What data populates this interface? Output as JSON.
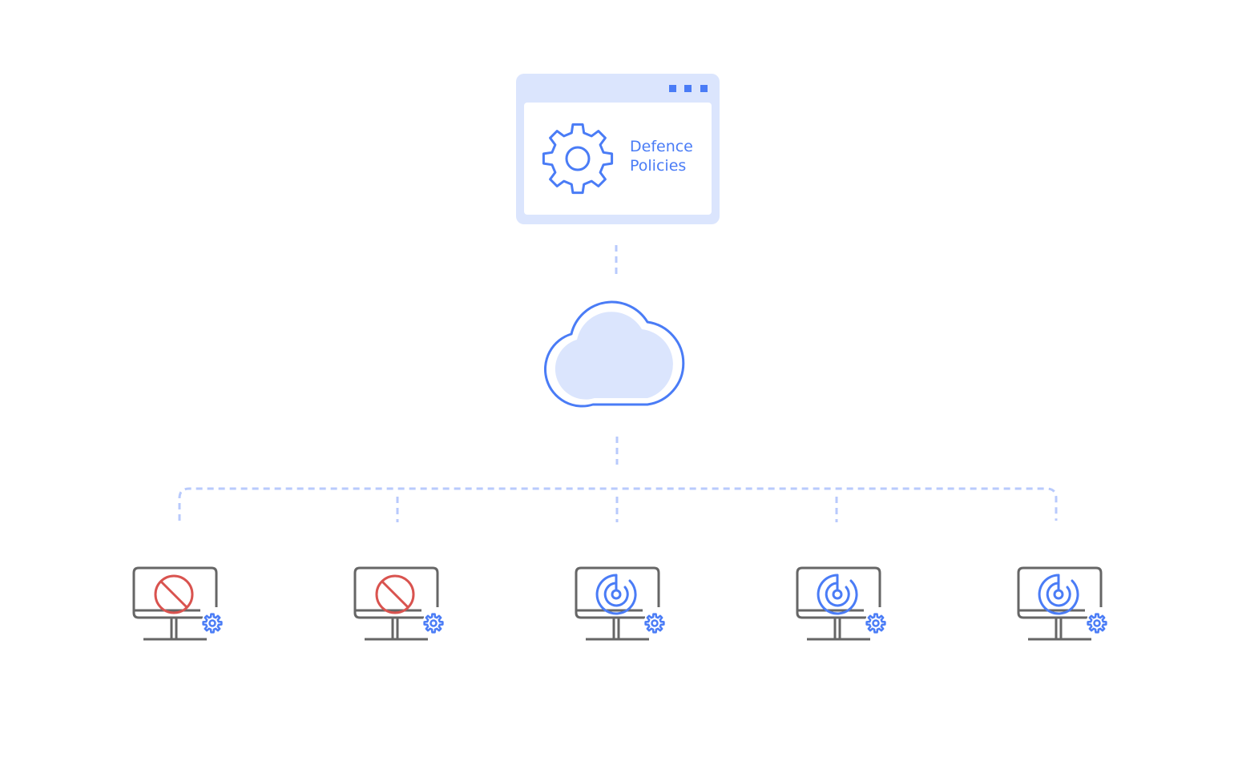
{
  "policy_panel": {
    "title_line1": "Defence",
    "title_line2": "Policies",
    "icon": "gear-icon"
  },
  "cloud": {
    "icon": "cloud-icon"
  },
  "endpoints": [
    {
      "status": "blocked",
      "icon": "prohibited-icon"
    },
    {
      "status": "blocked",
      "icon": "prohibited-icon"
    },
    {
      "status": "protected",
      "icon": "radar-icon"
    },
    {
      "status": "protected",
      "icon": "radar-icon"
    },
    {
      "status": "protected",
      "icon": "radar-icon"
    }
  ],
  "colors": {
    "accent": "#4a7cf6",
    "panel_bg": "#dbe5fd",
    "connector": "#b8cafc",
    "blocked": "#d9534f",
    "monitor": "#666666"
  }
}
